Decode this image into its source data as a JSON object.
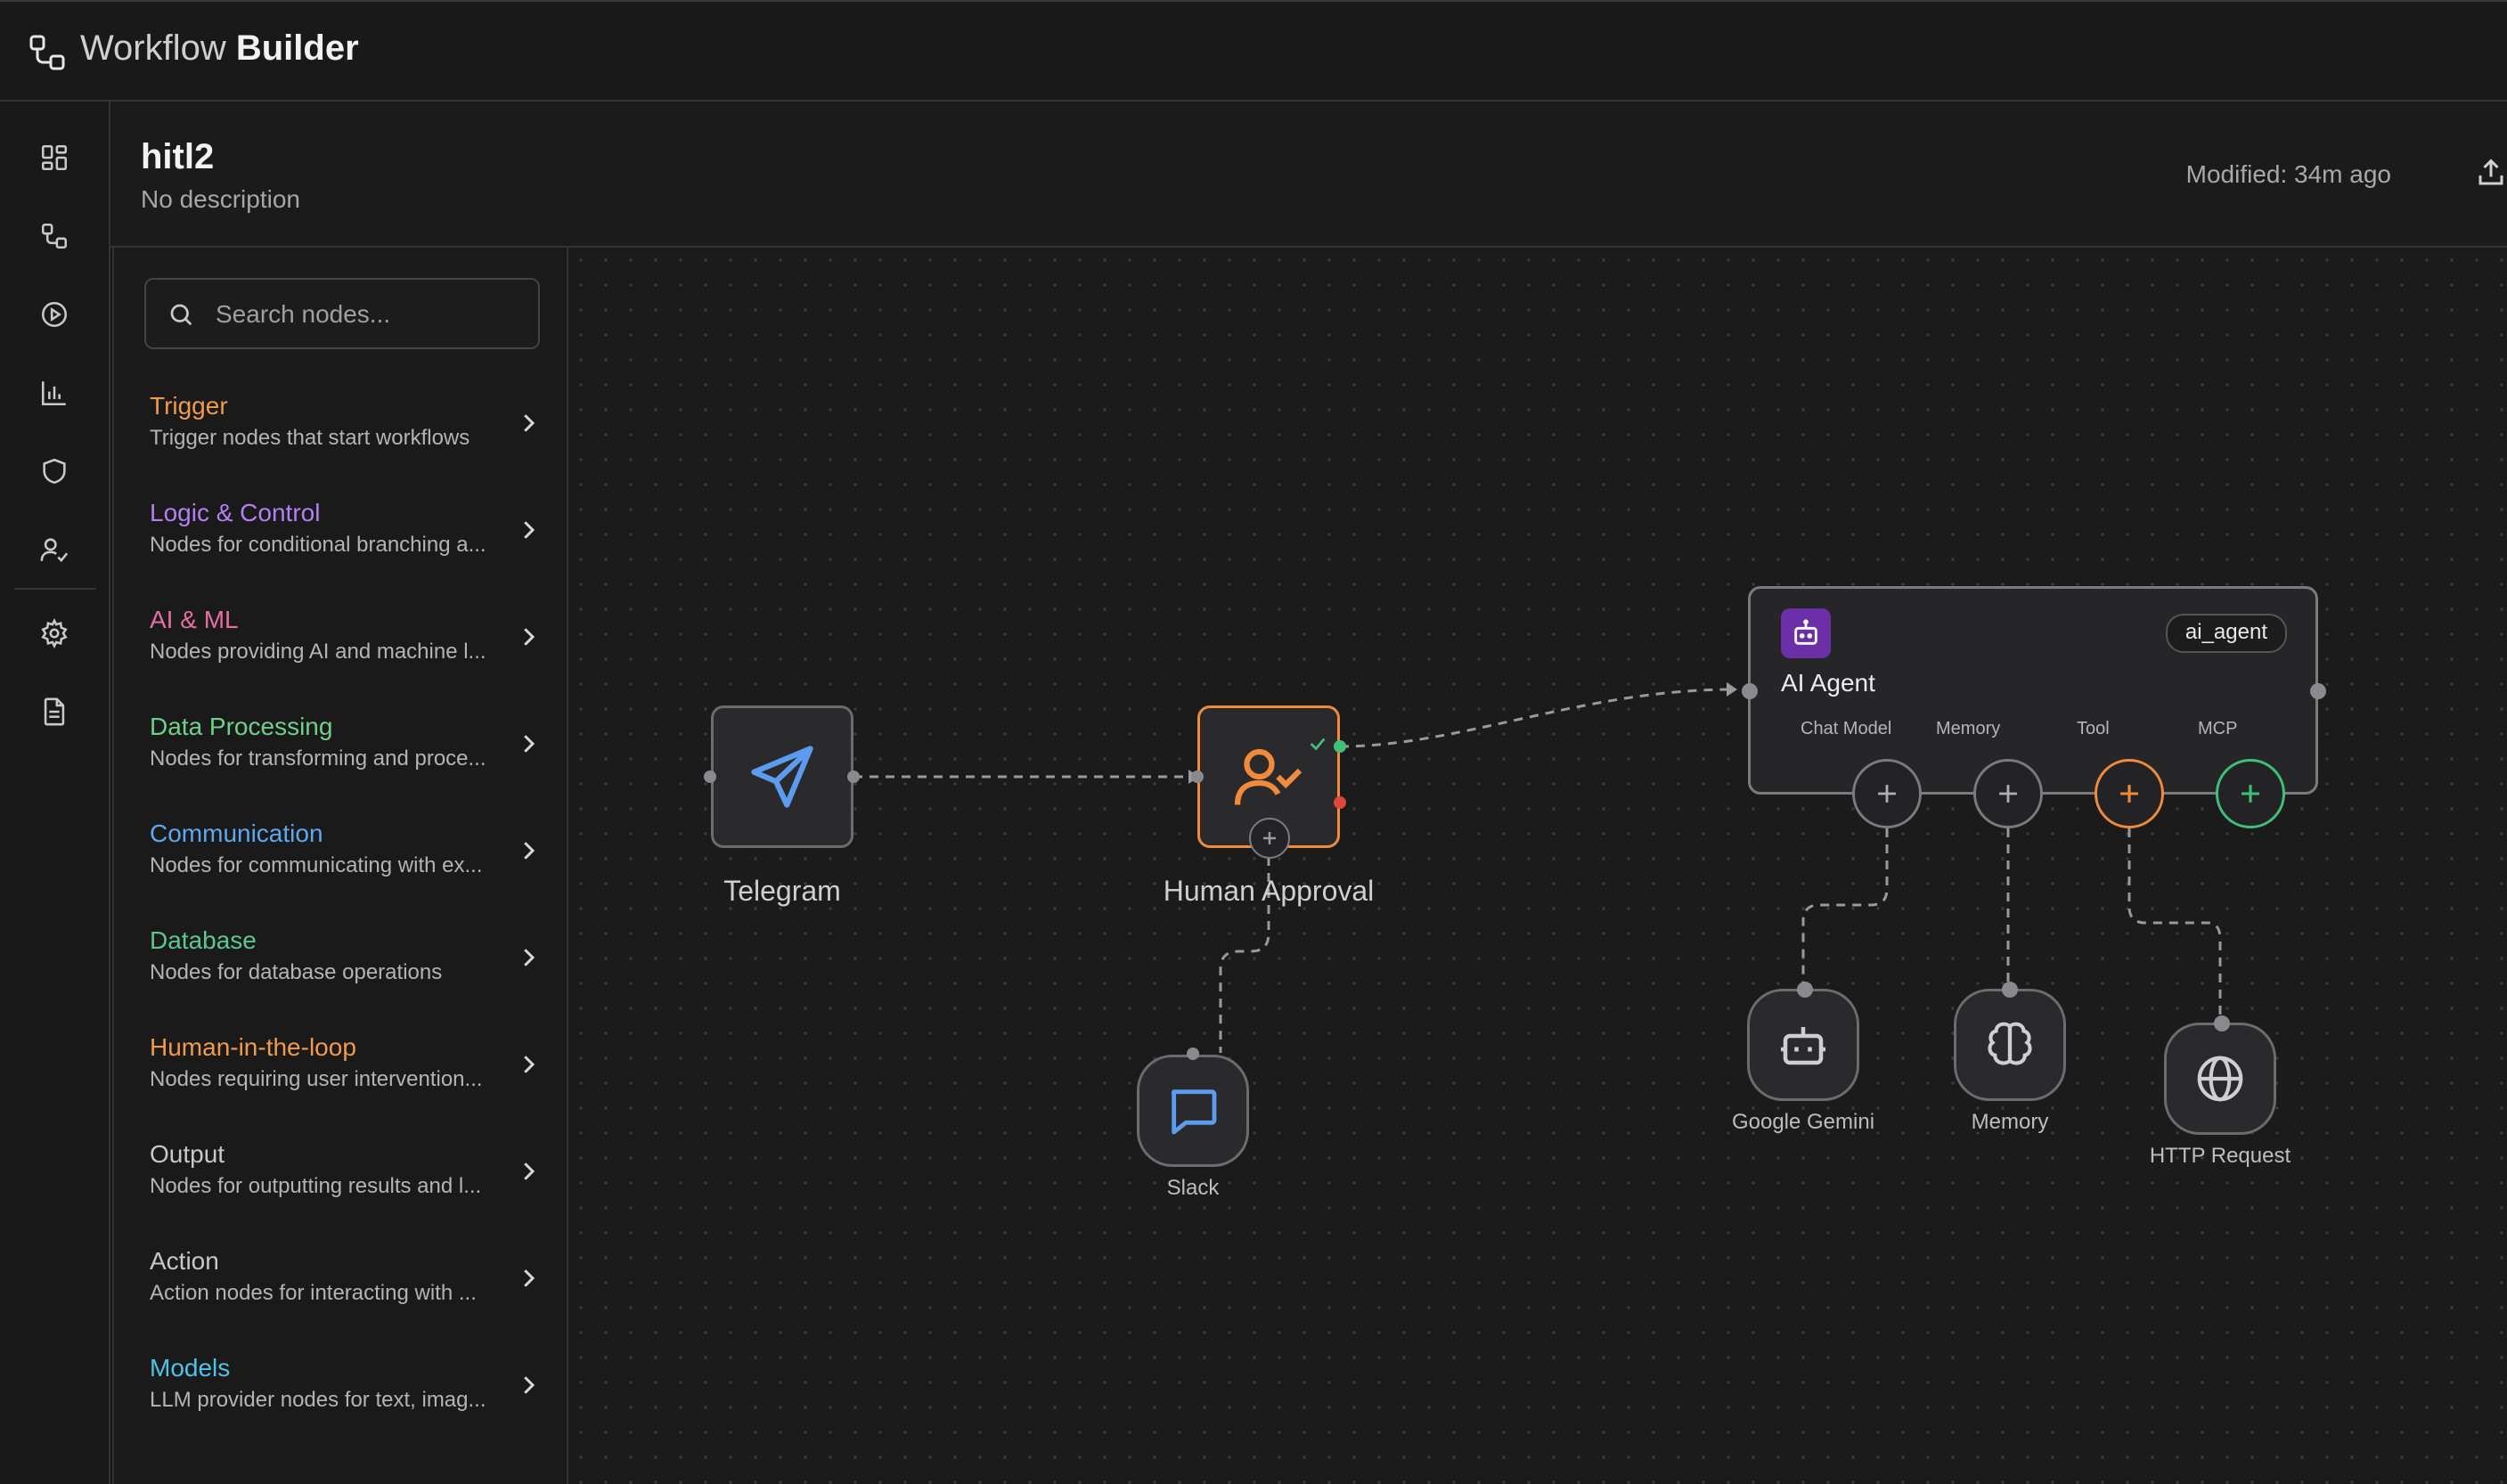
{
  "app": {
    "title_light": "Workflow",
    "title_bold": "Builder"
  },
  "workflow": {
    "name": "hitl2",
    "description": "No description",
    "modified": "Modified: 34m ago"
  },
  "palette": {
    "search_placeholder": "Search nodes...",
    "categories": [
      {
        "title": "Trigger",
        "desc": "Trigger nodes that start workflows",
        "color": "#f29a4a"
      },
      {
        "title": "Logic & Control",
        "desc": "Nodes for conditional branching a...",
        "color": "#b37ff2"
      },
      {
        "title": "AI & ML",
        "desc": "Nodes providing AI and machine l...",
        "color": "#e76ea2"
      },
      {
        "title": "Data Processing",
        "desc": "Nodes for transforming and proce...",
        "color": "#6fd08c"
      },
      {
        "title": "Communication",
        "desc": "Nodes for communicating with ex...",
        "color": "#5ea8f0"
      },
      {
        "title": "Database",
        "desc": "Nodes for database operations",
        "color": "#5bc88f"
      },
      {
        "title": "Human-in-the-loop",
        "desc": "Nodes requiring user intervention...",
        "color": "#f29a4a"
      },
      {
        "title": "Output",
        "desc": "Nodes for outputting results and l...",
        "color": "#c8c8c8"
      },
      {
        "title": "Action",
        "desc": "Action nodes for interacting with ...",
        "color": "#c8c8c8"
      },
      {
        "title": "Models",
        "desc": "LLM provider nodes for text, imag...",
        "color": "#4fc3e6"
      }
    ]
  },
  "canvas": {
    "nodes": {
      "telegram": "Telegram",
      "human_approval": "Human Approval",
      "slack": "Slack",
      "ai_agent": {
        "title": "AI Agent",
        "badge": "ai_agent",
        "slots": [
          "Chat Model",
          "Memory",
          "Tool",
          "MCP"
        ]
      },
      "google_gemini": "Google Gemini",
      "memory": "Memory",
      "http_request": "HTTP Request"
    }
  },
  "colors": {
    "accent_orange": "#f08a3c",
    "accent_green": "#3fbf7a",
    "accent_blue": "#5b9cf0",
    "agent_purple": "#6b2fa7"
  },
  "icons": {
    "rail": [
      "dashboard-icon",
      "workflow-icon",
      "play-icon",
      "analytics-icon",
      "shield-icon",
      "user-check-icon",
      "gear-icon",
      "document-icon"
    ]
  }
}
